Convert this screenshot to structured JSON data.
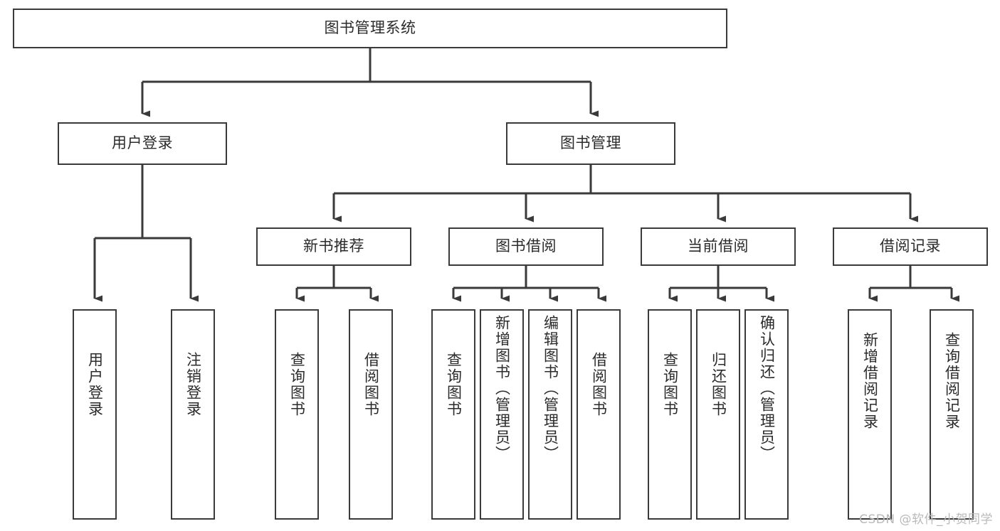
{
  "diagram": {
    "title": "图书管理系统",
    "type": "hierarchy-tree",
    "background_color": "#ffffff",
    "line_color": "#3a3a3a",
    "text_color": "#2b2b2b",
    "root": {
      "label": "图书管理系统"
    },
    "level1": [
      {
        "label": "用户登录"
      },
      {
        "label": "图书管理"
      }
    ],
    "level2": [
      {
        "label": "新书推荐"
      },
      {
        "label": "图书借阅"
      },
      {
        "label": "当前借阅"
      },
      {
        "label": "借阅记录"
      }
    ],
    "leaves": {
      "user_login": [
        {
          "label": "用户登录"
        },
        {
          "label": "注销登录"
        }
      ],
      "new_book_recommend": [
        {
          "label": "查询图书"
        },
        {
          "label": "借阅图书"
        }
      ],
      "book_borrow": [
        {
          "label": "查询图书"
        },
        {
          "label": "新增图书（管理员）"
        },
        {
          "label": "编辑图书（管理员）"
        },
        {
          "label": "借阅图书"
        }
      ],
      "current_borrow": [
        {
          "label": "查询图书"
        },
        {
          "label": "归还图书"
        },
        {
          "label": "确认归还（管理员）"
        }
      ],
      "borrow_record": [
        {
          "label": "新增借阅记录"
        },
        {
          "label": "查询借阅记录"
        }
      ]
    }
  },
  "watermark": {
    "text": "CSDN @软件_小贺同学"
  }
}
